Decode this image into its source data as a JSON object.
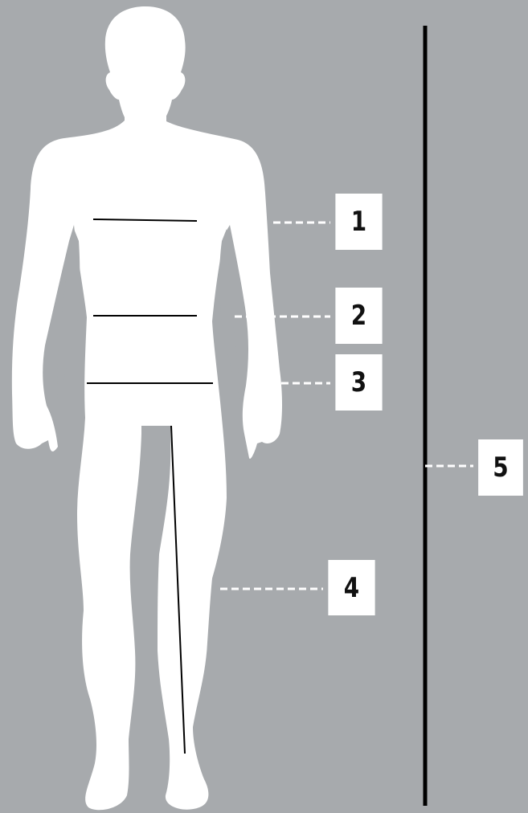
{
  "colors": {
    "background": "#a7aaad",
    "silhouette": "#ffffff",
    "measure_line": "#000000",
    "leader_line": "#ffffff",
    "label_box": "#ffffff",
    "label_text": "#111111"
  },
  "labels": {
    "chest": "1",
    "waist": "2",
    "hips": "3",
    "inseam": "4",
    "height": "5"
  }
}
